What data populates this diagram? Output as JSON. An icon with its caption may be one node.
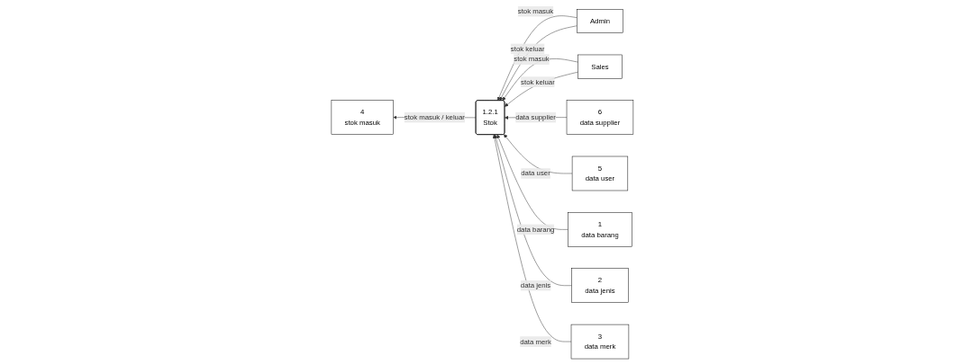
{
  "diagram": {
    "nodes": [
      {
        "text": [
          "Admin"
        ]
      },
      {
        "text": [
          "Sales"
        ]
      },
      {
        "text": [
          "1.2.1",
          "Stok"
        ]
      },
      {
        "text": [
          "6",
          "data supplier"
        ]
      },
      {
        "text": [
          "5",
          "data user"
        ]
      },
      {
        "text": [
          "1",
          "data barang"
        ]
      },
      {
        "text": [
          "2",
          "data jenis"
        ]
      },
      {
        "text": [
          "3",
          "data merk"
        ]
      },
      {
        "text": [
          "4",
          "stok masuk"
        ]
      }
    ],
    "edges": [
      {
        "from": 0,
        "to": 2,
        "arrow": "to",
        "label": "stok masuk"
      },
      {
        "from": 0,
        "to": 2,
        "arrow": "to",
        "label": "stok keluar"
      },
      {
        "from": 1,
        "to": 2,
        "arrow": "to",
        "label": "stok masuk"
      },
      {
        "from": 1,
        "to": 2,
        "arrow": "to",
        "label": "stok keluar"
      },
      {
        "from": 3,
        "to": 2,
        "arrow": "to",
        "label": "data supplier"
      },
      {
        "from": 4,
        "to": 2,
        "arrow": "to",
        "label": "data user"
      },
      {
        "from": 5,
        "to": 2,
        "arrow": "to",
        "label": "data barang"
      },
      {
        "from": 6,
        "to": 2,
        "arrow": "to",
        "label": "data jenis"
      },
      {
        "from": 7,
        "to": 2,
        "arrow": "to",
        "label": "data merk"
      },
      {
        "from": 2,
        "to": 8,
        "arrow": "to",
        "label": "stok masuk / keluar"
      }
    ]
  }
}
